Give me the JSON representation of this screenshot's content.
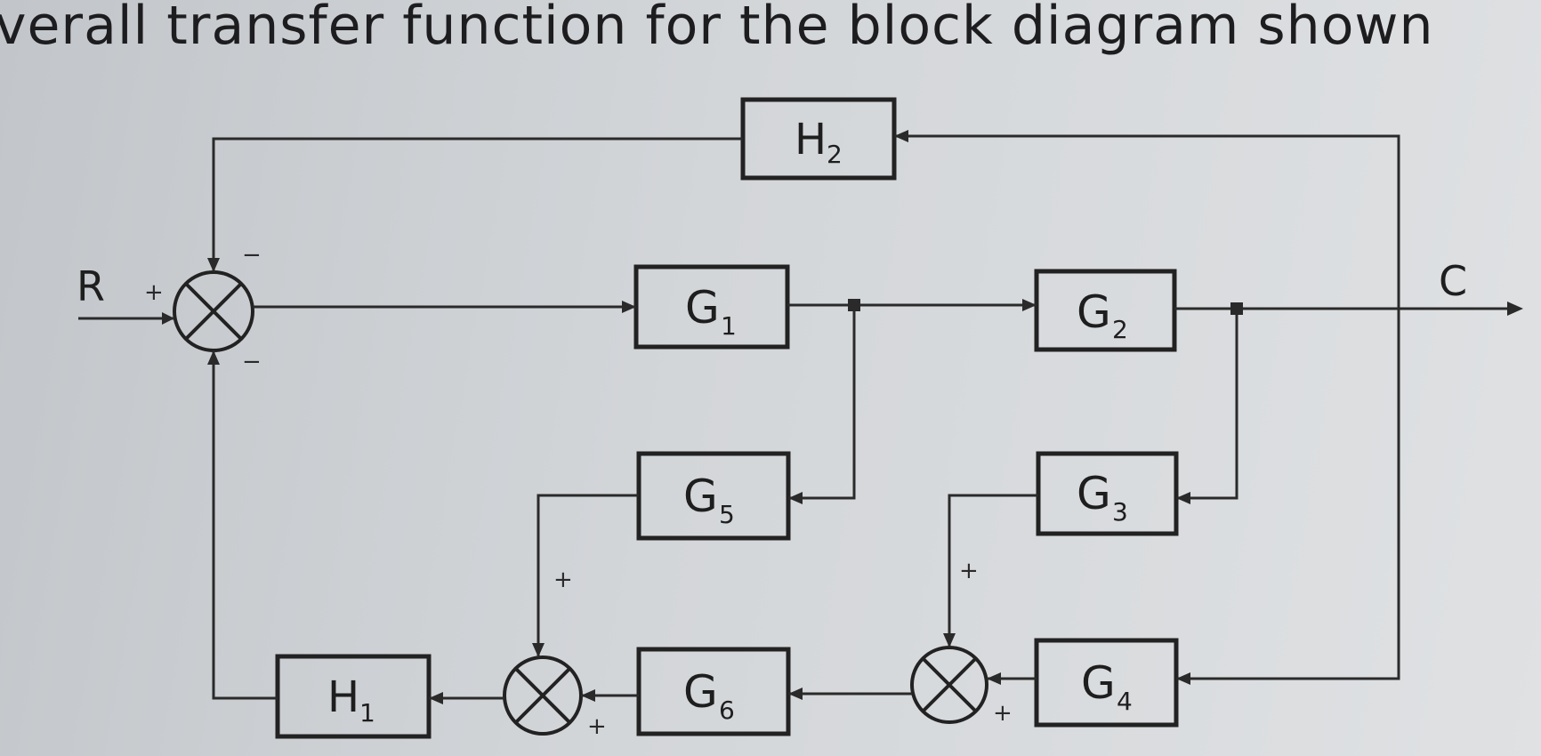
{
  "heading": "verall transfer function for the block diagram shown",
  "signals": {
    "input": "R",
    "output": "C"
  },
  "blocks": {
    "H2": {
      "name": "H",
      "sub": "2"
    },
    "G1": {
      "name": "G",
      "sub": "1"
    },
    "G2": {
      "name": "G",
      "sub": "2"
    },
    "G5": {
      "name": "G",
      "sub": "5"
    },
    "G3": {
      "name": "G",
      "sub": "3"
    },
    "H1": {
      "name": "H",
      "sub": "1"
    },
    "G6": {
      "name": "G",
      "sub": "6"
    },
    "G4": {
      "name": "G",
      "sub": "4"
    }
  },
  "signs": {
    "s1_r": "+",
    "s1_top": "−",
    "s1_bottom": "−",
    "s2_top": "+",
    "s2_right": "+",
    "s3_top": "+",
    "s3_right": "+"
  }
}
